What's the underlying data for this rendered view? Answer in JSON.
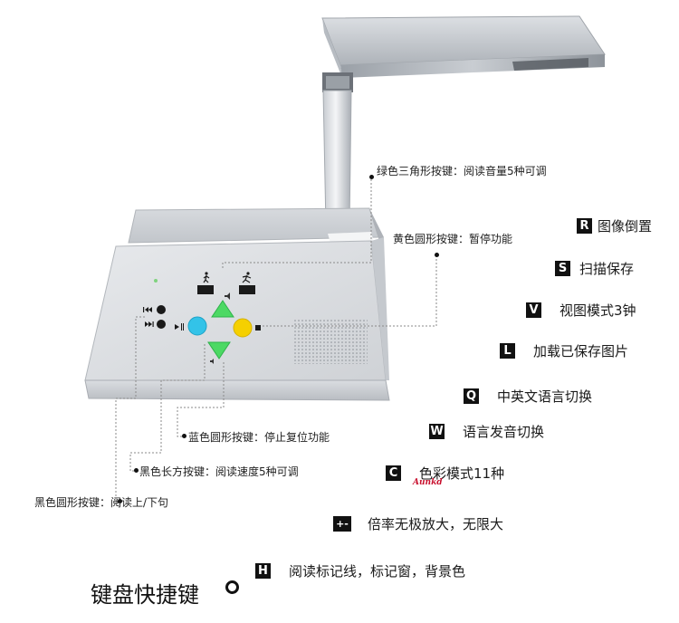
{
  "callouts": {
    "green_triangle": "绿色三角形按键：阅读音量5种可调",
    "yellow_circle": "黄色圆形按键：暂停功能",
    "blue_circle": "蓝色圆形按键：停止复位功能",
    "black_rect": "黑色长方按键：阅读速度5种可调",
    "black_circle": "黑色圆形按键：阅读上/下句"
  },
  "shortcuts": [
    {
      "key": "R",
      "label": "图像倒置"
    },
    {
      "key": "S",
      "label": "扫描保存"
    },
    {
      "key": "V",
      "label": "视图模式3钟"
    },
    {
      "key": "L",
      "label": "加载已保存图片"
    },
    {
      "key": "Q",
      "label": "中英文语言切换"
    },
    {
      "key": "W",
      "label": "语言发音切换"
    },
    {
      "key": "C",
      "label": "色彩模式11种"
    },
    {
      "key": "+-",
      "label": "倍率无极放大，无限大"
    },
    {
      "key": "H",
      "label": "阅读标记线，标记窗，背景色"
    }
  ],
  "logo": "Aunkd",
  "title": "键盘快捷键",
  "icon_names": [
    "play-pause-icon",
    "rewind-icon",
    "fast-forward-icon",
    "walk-slow-icon",
    "run-fast-icon",
    "volume-up-icon",
    "volume-down-icon",
    "stop-icon"
  ],
  "colors": {
    "green_button": "#4cd964",
    "blue_button": "#33c3e8",
    "yellow_button": "#f5d000",
    "key_badge": "#111111",
    "logo_red": "#c8102e"
  }
}
